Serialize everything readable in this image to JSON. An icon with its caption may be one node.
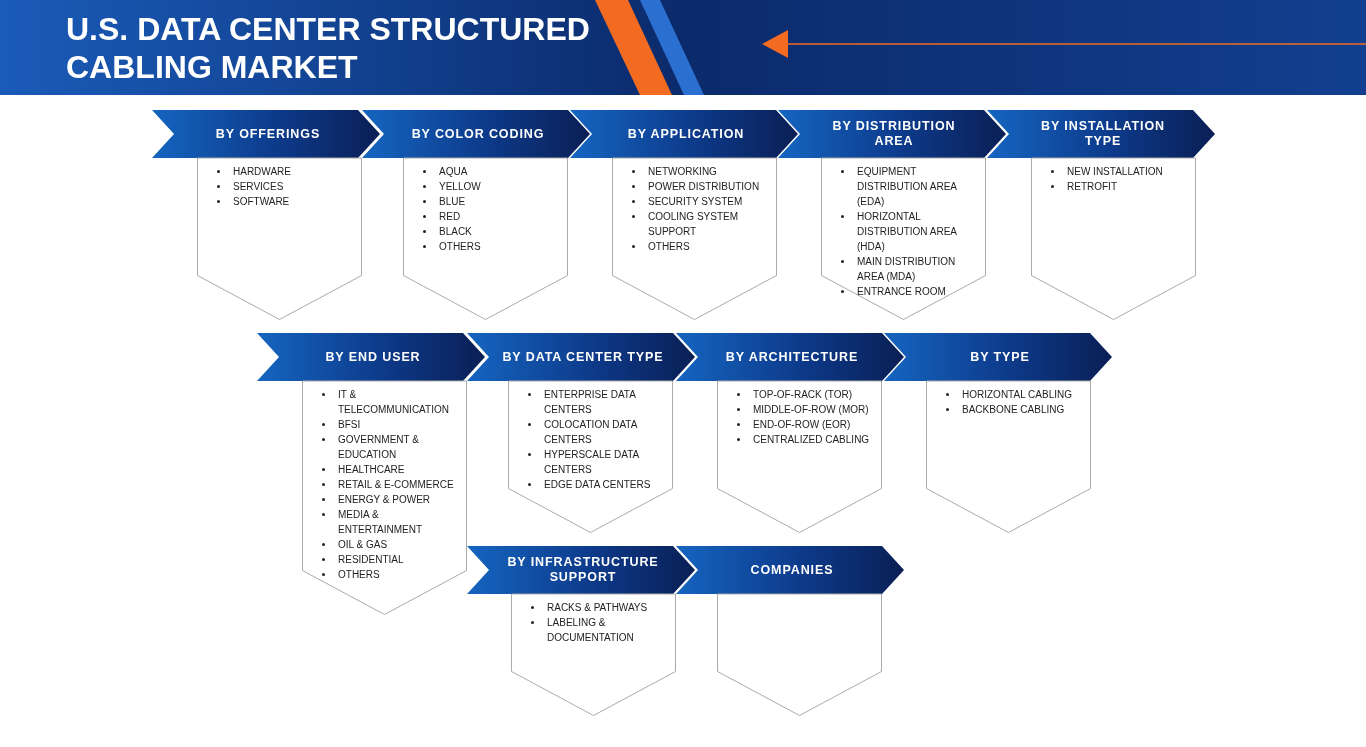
{
  "diagram": {
    "title": "U.S. DATA CENTER STRUCTURED CABLING MARKET",
    "nodes": [
      {
        "text": [
          "BY OFFERINGS"
        ]
      },
      {
        "text": [
          "HARDWARE",
          "SERVICES",
          "SOFTWARE"
        ]
      },
      {
        "text": [
          "BY COLOR CODING"
        ]
      },
      {
        "text": [
          "AQUA",
          "YELLOW",
          "BLUE",
          "RED",
          "BLACK",
          "OTHERS"
        ]
      },
      {
        "text": [
          "BY APPLICATION"
        ]
      },
      {
        "text": [
          "NETWORKING",
          "POWER DISTRIBUTION",
          "SECURITY SYSTEM",
          "COOLING SYSTEM SUPPORT",
          "OTHERS"
        ]
      },
      {
        "text": [
          "BY DISTRIBUTION AREA"
        ]
      },
      {
        "text": [
          "EQUIPMENT DISTRIBUTION AREA (EDA)",
          "HORIZONTAL DISTRIBUTION AREA (HDA)",
          "MAIN DISTRIBUTION AREA (MDA)",
          "ENTRANCE ROOM"
        ]
      },
      {
        "text": [
          "BY INSTALLATION TYPE"
        ]
      },
      {
        "text": [
          "NEW INSTALLATION",
          "RETROFIT"
        ]
      },
      {
        "text": [
          "BY END USER"
        ]
      },
      {
        "text": [
          "IT & TELECOMMUNICATION",
          "BFSI",
          "GOVERNMENT & EDUCATION",
          "HEALTHCARE",
          "RETAIL & E-COMMERCE",
          "ENERGY & POWER",
          "MEDIA & ENTERTAINMENT",
          "OIL & GAS",
          "RESIDENTIAL",
          "OTHERS"
        ]
      },
      {
        "text": [
          "BY DATA CENTER TYPE"
        ]
      },
      {
        "text": [
          "ENTERPRISE DATA CENTERS",
          "COLOCATION DATA CENTERS",
          "HYPERSCALE DATA CENTERS",
          "EDGE DATA CENTERS"
        ]
      },
      {
        "text": [
          "BY ARCHITECTURE"
        ]
      },
      {
        "text": [
          "TOP-OF-RACK (TOR)",
          "MIDDLE-OF-ROW (MOR)",
          "END-OF-ROW (EOR)",
          "CENTRALIZED CABLING"
        ]
      },
      {
        "text": [
          "BY TYPE"
        ]
      },
      {
        "text": [
          "HORIZONTAL CABLING",
          "BACKBONE CABLING"
        ]
      },
      {
        "text": [
          "BY INFRASTRUCTURE SUPPORT"
        ]
      },
      {
        "text": [
          "RACKS & PATHWAYS",
          "LABELING & DOCUMENTATION"
        ]
      },
      {
        "text": [
          "COMPANIES"
        ]
      },
      {
        "text": [],
        "shape": "box"
      }
    ],
    "edges": []
  }
}
